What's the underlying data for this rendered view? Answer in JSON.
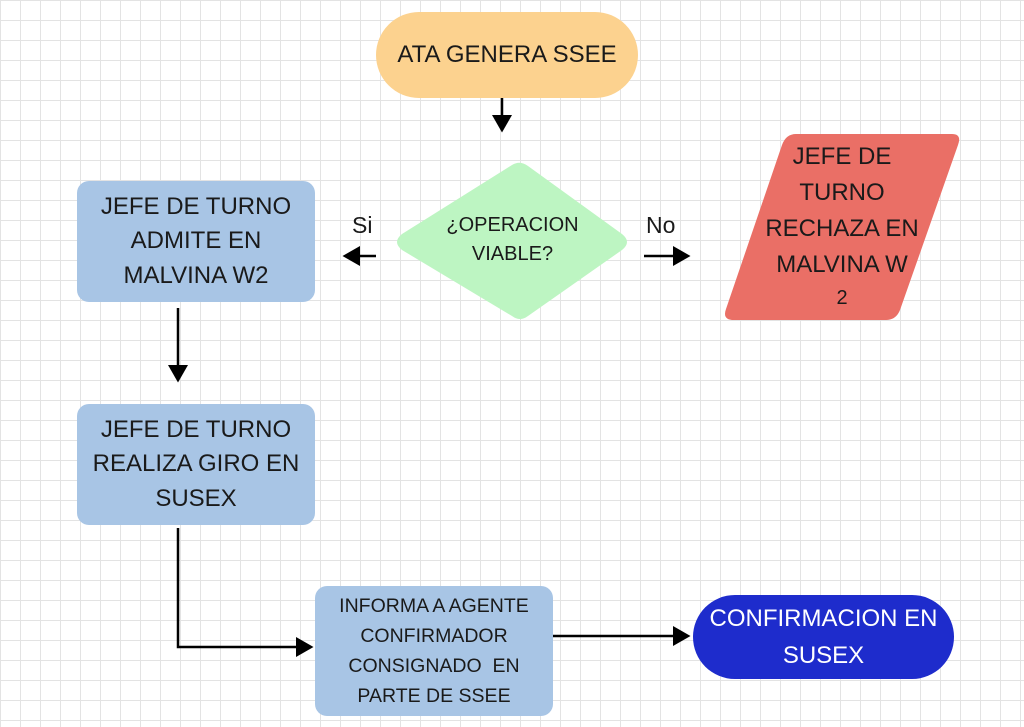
{
  "start": {
    "text": "ATA GENERA SSEE"
  },
  "decision": {
    "lines": [
      "¿OPERACION",
      "VIABLE?"
    ]
  },
  "branch_yes": {
    "label": "Si"
  },
  "branch_no": {
    "label": "No"
  },
  "reject": {
    "lines": [
      "JEFE DE",
      "TURNO",
      "RECHAZA EN",
      "MALVINA W",
      "2"
    ]
  },
  "admit": {
    "lines": [
      "JEFE DE TURNO",
      "ADMITE EN",
      "MALVINA W2"
    ]
  },
  "giro": {
    "lines": [
      "JEFE DE TURNO",
      "REALIZA GIRO EN",
      "SUSEX"
    ]
  },
  "informa": {
    "lines": [
      "INFORMA A AGENTE",
      "CONFIRMADOR",
      "CONSIGNADO  EN",
      "PARTE DE SSEE"
    ]
  },
  "confirm": {
    "lines": [
      "CONFIRMACION EN",
      "SUSEX"
    ]
  },
  "colors": {
    "start": "#fcd28f",
    "decision": "#bdf5c2",
    "reject": "#ea6f66",
    "process": "#a8c5e5",
    "end": "#1e2ccc",
    "arrow": "#000000"
  }
}
